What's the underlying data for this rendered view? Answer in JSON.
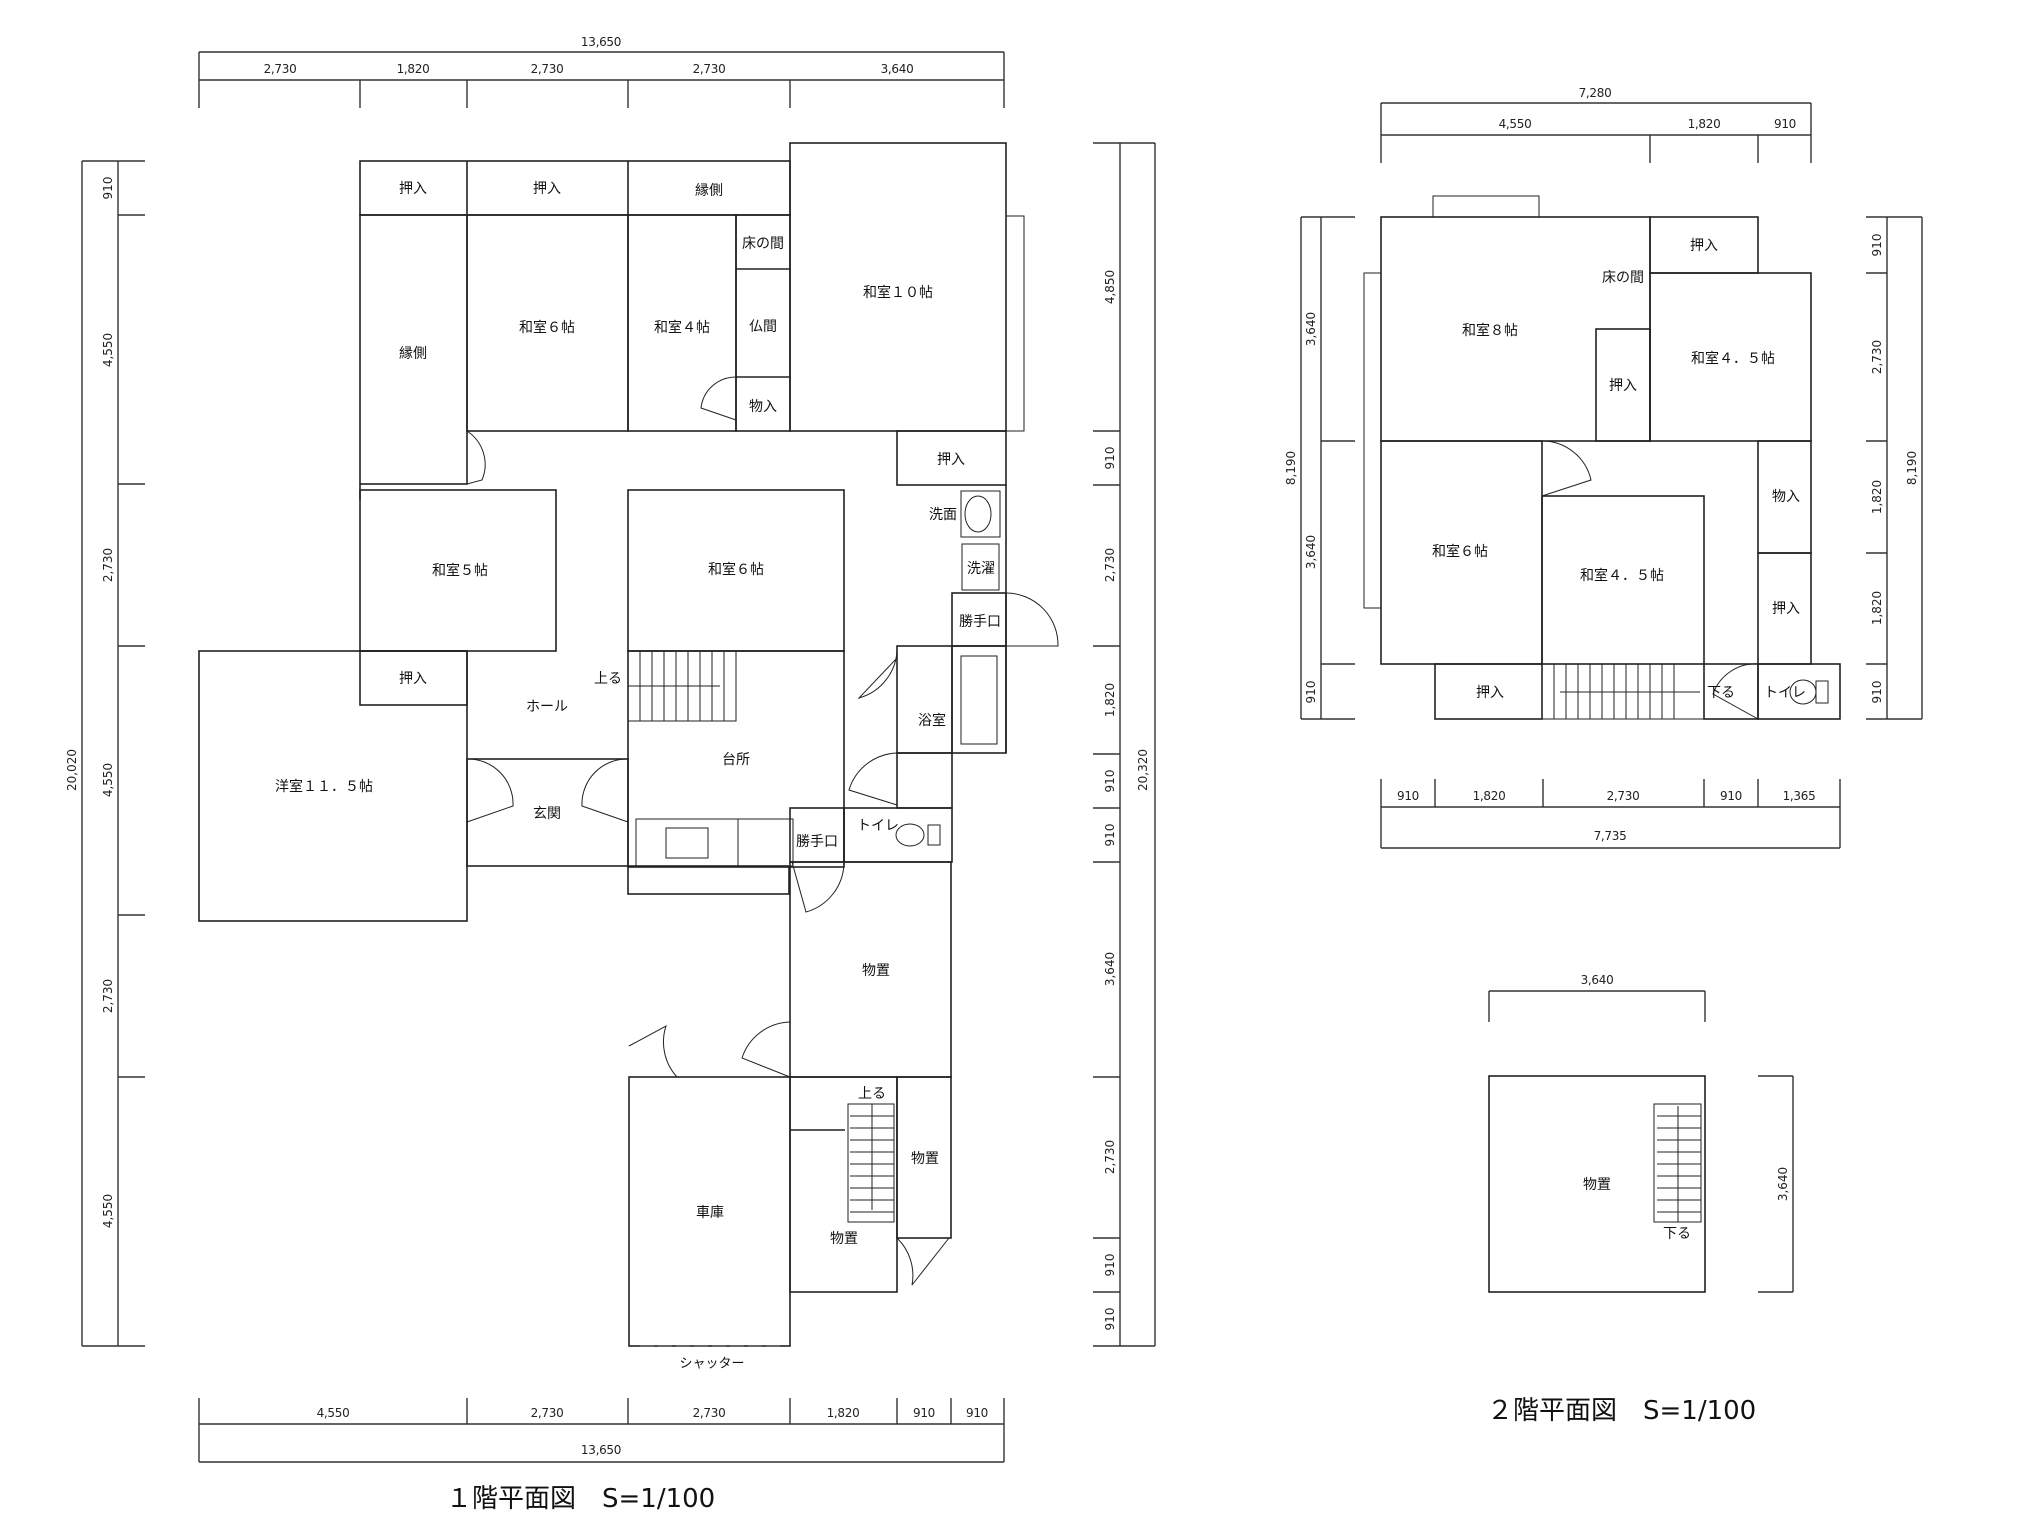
{
  "floor1": {
    "title": "１階平面図　S=1/100",
    "dims_top": {
      "total": "13,650",
      "segments": [
        "2,730",
        "1,820",
        "2,730",
        "2,730",
        "3,640"
      ]
    },
    "dims_bottom": {
      "total": "13,650",
      "segments": [
        "4,550",
        "2,730",
        "2,730",
        "1,820",
        "910",
        "910"
      ]
    },
    "dims_left": {
      "total": "20,020",
      "segments": [
        "910",
        "4,550",
        "2,730",
        "4,550",
        "2,730",
        "4,550"
      ]
    },
    "dims_right": {
      "total": "20,320",
      "segments": [
        "4,850",
        "910",
        "2,730",
        "1,820",
        "910",
        "910",
        "3,640",
        "2,730",
        "910",
        "910"
      ]
    },
    "rooms": {
      "oshiire_1": "押入",
      "oshiire_2": "押入",
      "engawa_top": "縁側",
      "tokonoma": "床の間",
      "washitsu10": "和室１０帖",
      "engawa_left": "縁側",
      "washitsu6_top": "和室６帖",
      "washitsu4": "和室４帖",
      "butsuma": "仏間",
      "monoire": "物入",
      "oshiire_3": "押入",
      "senmen": "洗面",
      "sentaku": "洗濯",
      "katteguchi_1": "勝手口",
      "washitsu5": "和室５帖",
      "washitsu6_mid": "和室６帖",
      "oshiire_4": "押入",
      "hall": "ホール",
      "agaru": "上る",
      "yokushitsu": "浴室",
      "youshitsu": "洋室１１．５帖",
      "genkan": "玄関",
      "daidokoro": "台所",
      "toilet": "トイレ",
      "katteguchi_2": "勝手口",
      "monooki_1": "物置",
      "agaru_2": "上る",
      "monooki_2": "物置",
      "shako": "車庫",
      "monooki_3": "物置",
      "shutter": "シャッター"
    }
  },
  "floor2": {
    "title": "２階平面図　S=1/100",
    "dims_top": {
      "total": "7,280",
      "segments": [
        "4,550",
        "1,820",
        "910"
      ]
    },
    "dims_bottom": {
      "total": "7,735",
      "segments": [
        "910",
        "1,820",
        "2,730",
        "910",
        "1,365"
      ]
    },
    "dims_left": {
      "total": "8,190",
      "segments": [
        "3,640",
        "3,640",
        "910"
      ]
    },
    "dims_right": {
      "total": "8,190",
      "segments": [
        "910",
        "2,730",
        "1,820",
        "1,820",
        "910"
      ]
    },
    "rooms": {
      "oshiire_top": "押入",
      "tokonoma": "床の間",
      "washitsu8": "和室８帖",
      "washitsu45_top": "和室４．５帖",
      "oshiire_mid": "押入",
      "washitsu6": "和室６帖",
      "washitsu45_bottom": "和室４．５帖",
      "monoire": "物入",
      "oshiire_right": "押入",
      "oshiire_bottom": "押入",
      "sagaru": "下る",
      "toilet": "トイレ"
    }
  },
  "storage": {
    "dims_top": "3,640",
    "dims_right": "3,640",
    "room": "物置",
    "sagaru": "下る"
  }
}
